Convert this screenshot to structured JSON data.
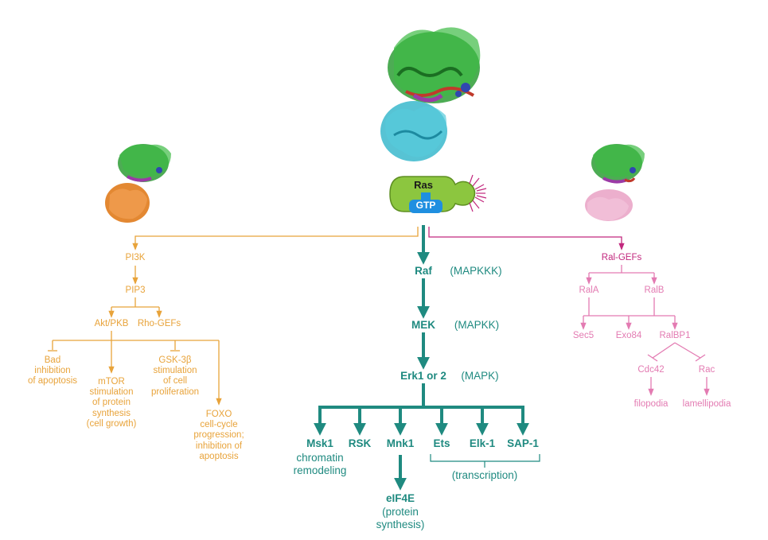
{
  "center": {
    "ras": "Ras",
    "gtp": "GTP",
    "raf": "Raf",
    "raf_note": "(MAPKKK)",
    "mek": "MEK",
    "mek_note": "(MAPKK)",
    "erk": "Erk1 or 2",
    "erk_note": "(MAPK)",
    "msk1": "Msk1",
    "msk1_note": "chromatin\nremodeling",
    "rsk": "RSK",
    "mnk1": "Mnk1",
    "ets": "Ets",
    "elk1": "Elk-1",
    "sap1": "SAP-1",
    "transcription": "(transcription)",
    "eif4e": "eIF4E",
    "eif4e_note": "(protein\nsynthesis)"
  },
  "left": {
    "pi3k": "PI3K",
    "pip3": "PIP3",
    "akt": "Akt/PKB",
    "rhogefs": "Rho-GEFs",
    "bad": "Bad\ninhibition\nof apoptosis",
    "mtor": "mTOR\nstimulation\nof protein\nsynthesis\n(cell growth)",
    "gsk": "GSK-3β\nstimulation\nof cell\nproliferation",
    "foxo": "FOXO\ncell-cycle\nprogression;\ninhibition of\napoptosis"
  },
  "right": {
    "ralgefs": "Ral-GEFs",
    "rala": "RalA",
    "ralb": "RalB",
    "sec5": "Sec5",
    "exo84": "Exo84",
    "ralbp1": "RalBP1",
    "cdc42": "Cdc42",
    "rac": "Rac",
    "filopodia": "filopodia",
    "lamellipodia": "lamellipodia"
  },
  "colors": {
    "teal": "#1f8a80",
    "orange": "#e8a33a",
    "pink": "#e37bb2",
    "magenta": "#c2287e",
    "ras_green": "#8cc63f",
    "gtp_blue": "#1f8fe0",
    "protein_green": "#2e9e36",
    "protein_cyan": "#3ab8cc",
    "protein_orange": "#e07b1c",
    "protein_pink": "#eaa6c8"
  }
}
